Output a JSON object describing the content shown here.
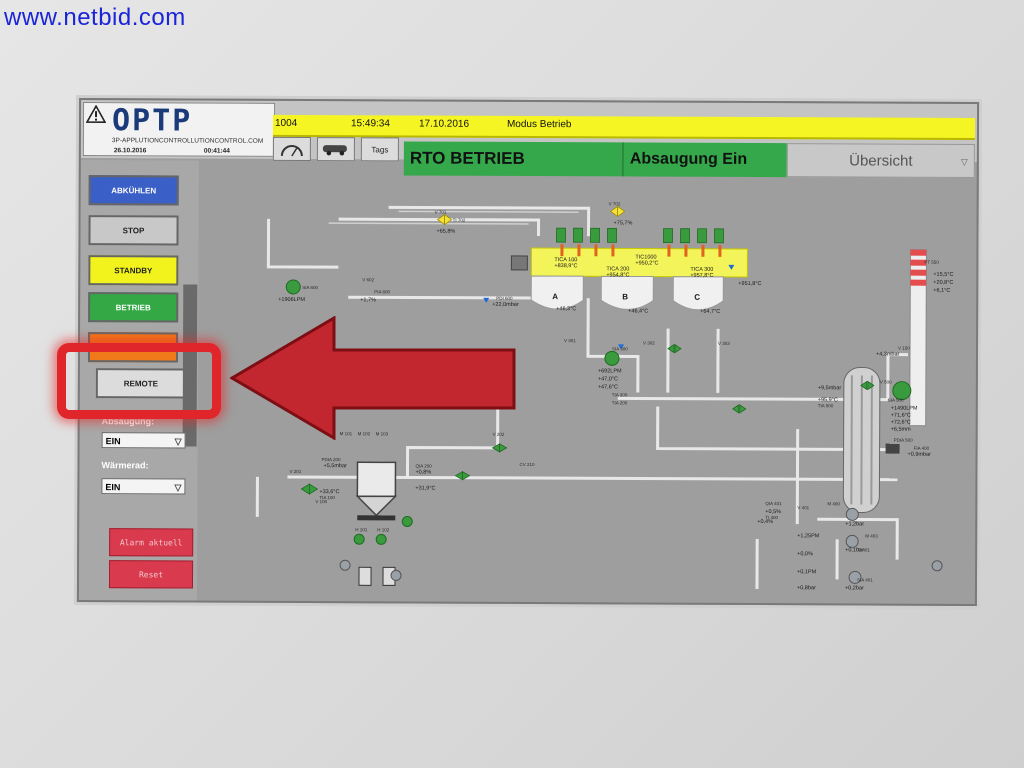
{
  "watermark": "www.netbid.com",
  "header": {
    "brand": "OPTP",
    "logo_url": "3P-APPLUTIONCONTROLLUTIONCONTROL.COM",
    "logo_date1": "26.10.2016",
    "logo_date2": "00:41:44",
    "id": "1004",
    "time": "15:49:34",
    "date": "17.10.2016",
    "mode": "Modus Betrieb",
    "tags_label": "Tags"
  },
  "status": {
    "rto": "RTO BETRIEB",
    "absaugung": "Absaugung Ein",
    "nav_view": "Übersicht"
  },
  "left_panel": {
    "buttons": [
      {
        "label": "ABKÜHLEN",
        "color": "#3a5fc6",
        "text_color": "#ffffff"
      },
      {
        "label": "STOP",
        "color": "#c8c8c8",
        "text_color": "#222222"
      },
      {
        "label": "STANDBY",
        "color": "#f2f21c",
        "text_color": "#222222"
      },
      {
        "label": "BETRIEB",
        "color": "#33a845",
        "text_color": "#ffffff"
      },
      {
        "label": "",
        "color": "#f07a1a",
        "text_color": "#222222"
      },
      {
        "label": "REMOTE",
        "color": "#dcdcdc",
        "text_color": "#222222"
      }
    ],
    "absaugung_label": "Absaugung:",
    "absaugung_value": "EIN",
    "waermerad_label": "Wärmerad:",
    "waermerad_value": "EIN",
    "alarm_label": "Alarm aktuell",
    "reset_label": "Reset"
  },
  "diagram": {
    "chambers": [
      "A",
      "B",
      "C"
    ],
    "readings": [
      "+65,8%",
      "+75,7%",
      "TIC1000",
      "+950,2°C",
      "TICA 100",
      "+838,9°C",
      "TICA 200",
      "+954,8°C",
      "TICA 300",
      "+957,8°C",
      "+46,3°C",
      "+46,4°C",
      "+64,7°C",
      "+22,0mbar",
      "+1906LPM",
      "+1,7%",
      "+692LPM",
      "+47,0°C",
      "+47,6°C",
      "+95,9°C",
      "+9,5mbar",
      "+1490LPM",
      "+71,6°C",
      "+72,6°C",
      "+6,5mm",
      "+5,5mbar",
      "+33,6°C",
      "+0,8%",
      "+31,9°C",
      "+1,2bar",
      "+0,5%",
      "+0,1bar",
      "+0,2bar",
      "+951,8°C",
      "+4,3mbar",
      "+0,9mbar",
      "+15,5°C",
      "+20,8°C",
      "+6,1°C",
      "+0,4%",
      "+1,25PM",
      "+0,0%",
      "+0,1PM",
      "+0,8bar"
    ],
    "labels": [
      "V 701",
      "V 702",
      "TI 702",
      "SIA 600",
      "V 602",
      "PDI 600",
      "PIA 600",
      "V 301",
      "V 302",
      "V 303",
      "SIA 300",
      "TIA 300",
      "V 201",
      "V 202",
      "TIA 200",
      "CV 210",
      "QIA 200",
      "PDIA 200",
      "M 101",
      "M 102",
      "M 103",
      "H 101",
      "H 102",
      "V 100",
      "TIA 100",
      "V 500",
      "SIA 500",
      "TIA 500",
      "M 400",
      "QIA 401",
      "M 403",
      "FIA 400",
      "V 401",
      "SIA 401",
      "TI 400",
      "TI 401",
      "PDIA 500",
      "PT 550",
      "V 150"
    ]
  }
}
